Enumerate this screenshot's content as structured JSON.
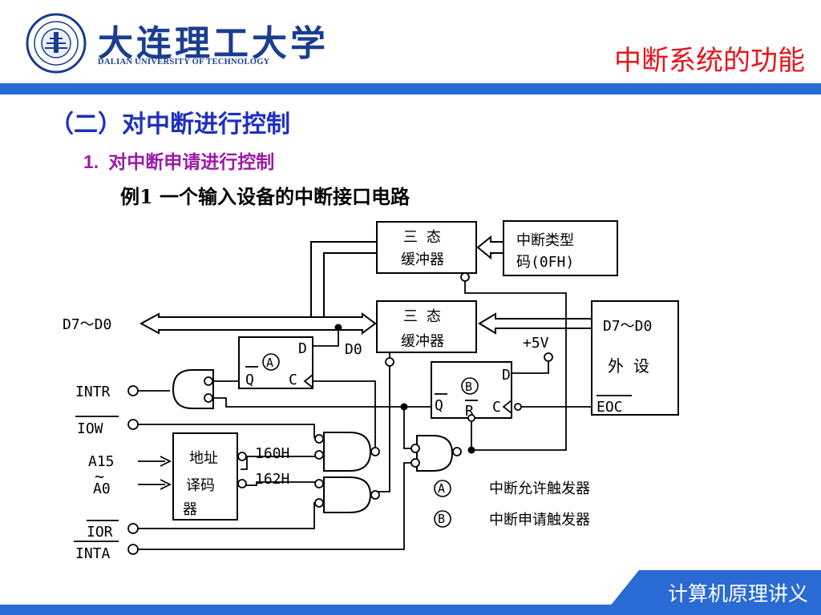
{
  "header": {
    "university_cn": "大连理工大学",
    "university_en": "DALIAN UNIVERSITY OF TECHNOLOGY",
    "slide_title": "中断系统的功能"
  },
  "content": {
    "section_heading": "（二）对中断进行控制",
    "sub_number": "1.",
    "sub_heading": "对中断申请进行控制",
    "example_title": "例1 一个输入设备的中断接口电路"
  },
  "diagram": {
    "buffer_top_line1": "三  态",
    "buffer_top_line2": "缓冲器",
    "type_code_line1": "中断类型",
    "type_code_line2": "码(0FH)",
    "buffer_mid_line1": "三  态",
    "buffer_mid_line2": "缓冲器",
    "external_line1": "D7～D0",
    "external_line2": "外  设",
    "external_eoc": "EOC",
    "bus_label": "D7～D0",
    "d0_label": "D0",
    "plus5v": "+5V",
    "ff_a_d": "D",
    "ff_a_q": "Q",
    "ff_a_c": "C",
    "ff_a_mark": "A",
    "ff_b_d": "D",
    "ff_b_q": "Q",
    "ff_b_r": "R",
    "ff_b_c": "C",
    "ff_b_mark": "B",
    "intr": "INTR",
    "iow": "IOW",
    "a15": "A15",
    "tilde": "~",
    "a0": "A0",
    "ior": "IOR",
    "inta": "INTA",
    "decoder_line1": "地址",
    "decoder_line2": "译码",
    "decoder_line3": "器",
    "addr1": "160H",
    "addr2": "162H",
    "legend": [
      {
        "mark": "A",
        "text": "中断允许触发器"
      },
      {
        "mark": "B",
        "text": "中断申请触发器"
      }
    ]
  },
  "footer": {
    "text": "计算机原理讲义"
  },
  "colors": {
    "accent_blue": "#2a6ad4",
    "title_red": "#e8141a",
    "heading_blue": "#1f2fbf",
    "sub_purple": "#9c1aa8"
  }
}
